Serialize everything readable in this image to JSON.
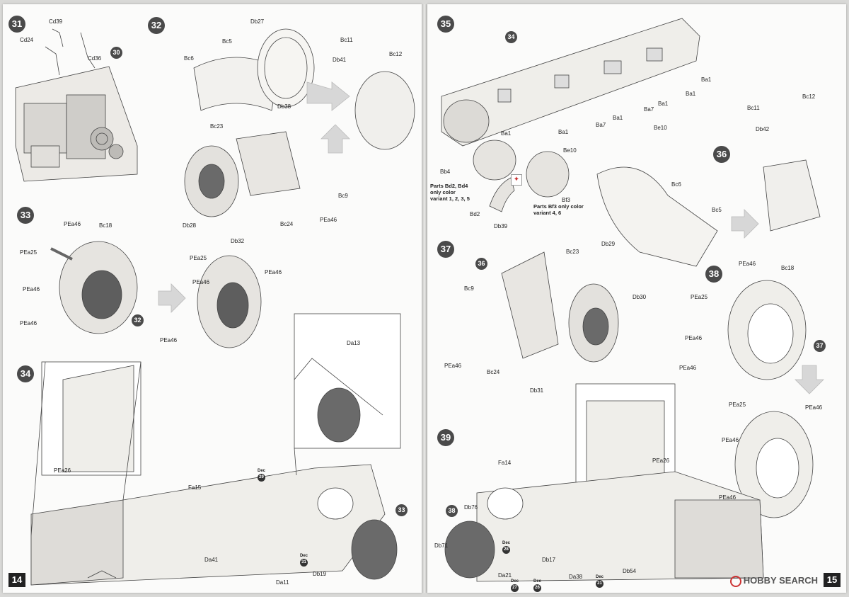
{
  "left_page": {
    "number": "14",
    "steps": {
      "s31": "31",
      "s32": "32",
      "s33": "33",
      "s34": "34"
    },
    "labels": {
      "cd39": "Cd39",
      "cd24": "Cd24",
      "cd36": "Cd36",
      "db27": "Db27",
      "bc5": "Bc5",
      "bc6": "Bc6",
      "bc11": "Bc11",
      "bc12": "Bc12",
      "db41": "Db41",
      "db38": "Db38",
      "bc23": "Bc23",
      "bc9": "Bc9",
      "db28": "Db28",
      "bc24": "Bc24",
      "pea46_32": "PEa46",
      "db32": "Db32",
      "pea46_a": "PEa46",
      "bc18": "Bc18",
      "pea25": "PEa25",
      "pea46_b": "PEa46",
      "pea46_c": "PEa46",
      "pea25_r": "PEa25",
      "pea46_d": "PEa46",
      "pea46_e": "PEa46",
      "pea46_f": "PEa46",
      "pea26": "PEa26",
      "da13": "Da13",
      "fa15": "Fa15",
      "da41": "Da41",
      "da11": "Da11",
      "db19": "Db19"
    },
    "refs": {
      "r30": "30",
      "r32": "32",
      "r33": "33"
    },
    "decals": {
      "d29": {
        "t": "Dec",
        "n": "29"
      },
      "d31": {
        "t": "Dec",
        "n": "31"
      }
    }
  },
  "right_page": {
    "number": "15",
    "steps": {
      "s35": "35",
      "s36": "36",
      "s37": "37",
      "s38": "38",
      "s39": "39"
    },
    "labels": {
      "ba1_a": "Ba1",
      "ba1_b": "Ba1",
      "ba1_c": "Ba1",
      "ba1_d": "Ba1",
      "ba1_e": "Ba1",
      "ba1_f": "Ba1",
      "ba7_a": "Ba7",
      "ba7_b": "Ba7",
      "be10_a": "Be10",
      "be10_b": "Be10",
      "bb4": "Bb4",
      "bd2": "Bd2",
      "bf3": "Bf3",
      "bc11": "Bc11",
      "bc12": "Bc12",
      "db42": "Db42",
      "bc6": "Bc6",
      "bc5": "Bc5",
      "db29": "Db29",
      "db39": "Db39",
      "bc23": "Bc23",
      "bc9": "Bc9",
      "db30": "Db30",
      "pea46_37": "PEa46",
      "bc24": "Bc24",
      "db31": "Db31",
      "pea46_a": "PEa46",
      "bc18": "Bc18",
      "pea25": "PEa25",
      "pea46_b": "PEa46",
      "pea46_c": "PEa46",
      "pea25_r": "PEa25",
      "pea46_d": "PEa46",
      "pea46_e": "PEa46",
      "pea46_f": "PEa46",
      "pea26": "PEa26",
      "fa14": "Fa14",
      "db76": "Db76",
      "db71": "Db71",
      "da21": "Da21",
      "db17": "Db17",
      "da38": "Da38",
      "db54": "Db54"
    },
    "notes": {
      "n1": "Parts Bd2, Bd4",
      "n2": "only color",
      "n3": "variant 1, 2, 3, 5",
      "m1": "Parts Bf3 only color",
      "m2": "variant 4, 6"
    },
    "refs": {
      "r34": "34",
      "r36": "36",
      "r37": "37",
      "r38": "38"
    },
    "decals": {
      "d28": {
        "t": "Dec",
        "n": "28"
      },
      "d27": {
        "t": "Dec",
        "n": "27"
      },
      "d26": {
        "t": "Dec",
        "n": "26"
      },
      "d21": {
        "t": "Dec",
        "n": "21"
      }
    }
  },
  "watermark": "HOBBY SEARCH",
  "colors": {
    "paper": "#fbfbfa",
    "ink": "#333333",
    "badge": "#4a4a4a"
  }
}
